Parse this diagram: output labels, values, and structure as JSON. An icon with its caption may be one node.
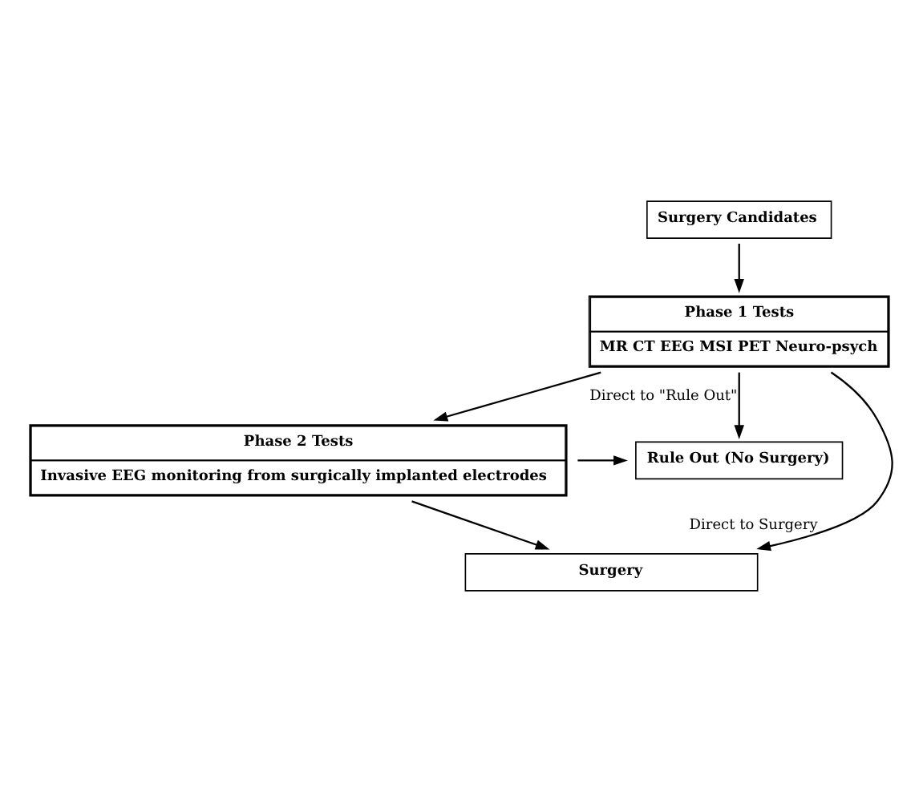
{
  "diagram": {
    "nodes": [
      {
        "text": [
          "Surgery Candidates"
        ]
      },
      {
        "text": [
          "Phase 1 Tests",
          "MR CT EEG MSI PET Neuro-psych"
        ]
      },
      {
        "text": [
          "Phase 2 Tests",
          "Invasive EEG monitoring from surgically implanted electrodes"
        ]
      },
      {
        "text": [
          "Rule Out (No Surgery)"
        ]
      },
      {
        "text": [
          "Surgery"
        ]
      }
    ],
    "edges": [
      {
        "from": 0,
        "to": 1,
        "arrow": "to"
      },
      {
        "from": 1,
        "to": 2,
        "arrow": "to"
      },
      {
        "from": 1,
        "to": 3,
        "arrow": "to",
        "label": "Direct to \"Rule Out\""
      },
      {
        "from": 1,
        "to": 4,
        "arrow": "to",
        "label": "Direct to Surgery"
      },
      {
        "from": 2,
        "to": 3,
        "arrow": "to"
      },
      {
        "from": 2,
        "to": 4,
        "arrow": "to"
      }
    ]
  }
}
